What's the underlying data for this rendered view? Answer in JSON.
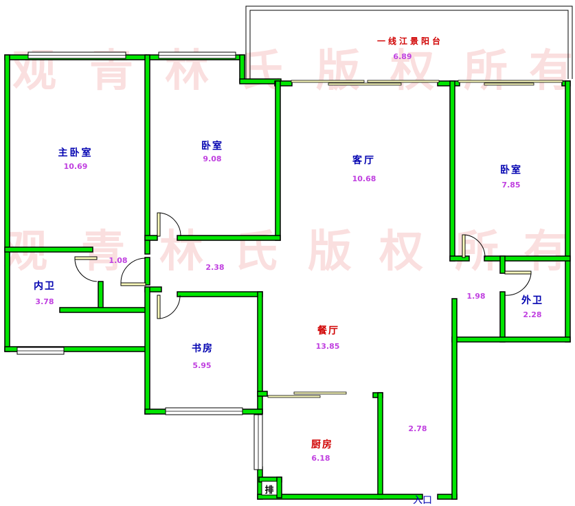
{
  "watermark": {
    "row1": [
      "观",
      "青",
      "林",
      "氏",
      "版",
      "权",
      "所",
      "有"
    ],
    "row2": [
      "观",
      "青",
      "林",
      "氏",
      "版",
      "权",
      "所",
      "有"
    ]
  },
  "rooms": {
    "balcony": {
      "name": "一线江景阳台",
      "area": "6.89"
    },
    "master_bedroom": {
      "name": "主卧室",
      "area": "10.69"
    },
    "bedroom_1": {
      "name": "卧室",
      "area": "9.08"
    },
    "living_room": {
      "name": "客厅",
      "area": "10.68"
    },
    "bedroom_2": {
      "name": "卧室",
      "area": "7.85"
    },
    "inner_bath": {
      "name": "内卫",
      "area": "3.78"
    },
    "outer_bath": {
      "name": "外卫",
      "area": "2.28"
    },
    "study": {
      "name": "书房",
      "area": "5.95"
    },
    "dining_room": {
      "name": "餐厅",
      "area": "13.85"
    },
    "kitchen": {
      "name": "厨房",
      "area": "6.18"
    }
  },
  "areas": {
    "hall_a": "1.08",
    "hall_b": "2.38",
    "hall_c": "1.98",
    "entry_corridor": "2.78"
  },
  "labels": {
    "vent": "排",
    "entrance": "入口"
  },
  "colors": {
    "wall": "#00e600",
    "name_blue": "#0000b0",
    "name_red": "#d00000",
    "area": "#c040e0",
    "watermark": "#f5c4c4"
  }
}
